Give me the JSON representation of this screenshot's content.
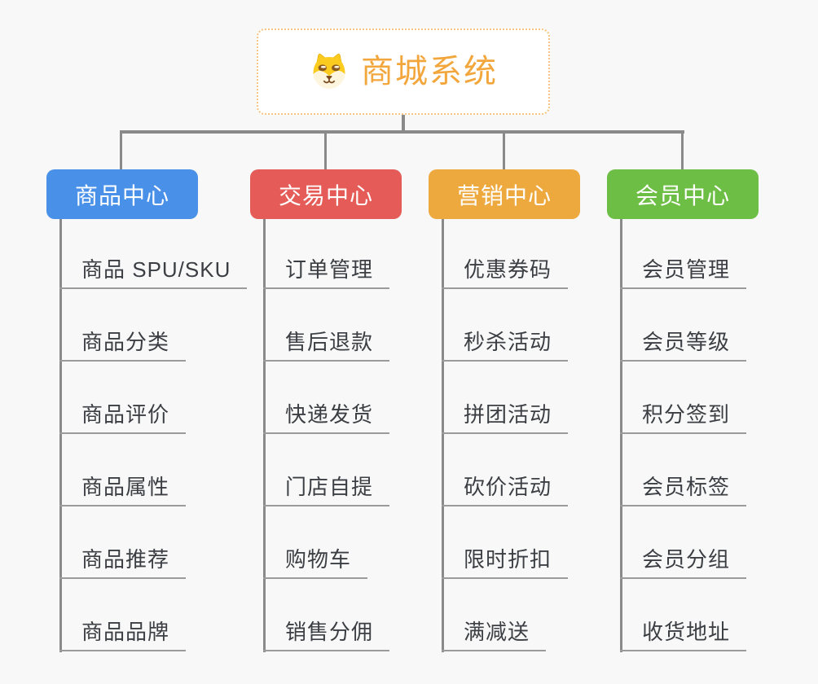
{
  "root": {
    "label": "商城系统",
    "icon": "dog-face-icon"
  },
  "colors": {
    "page_bg": "#f8f8f8",
    "connector": "#8a8a8a",
    "underline": "#9b9b9b",
    "root_text": "#F2A63C",
    "root_border": "#F5C47D",
    "leaf_text": "#3b3e43",
    "branch_text": "#ffffff"
  },
  "branches": [
    {
      "label": "商品中心",
      "color": "#4990E8",
      "children": [
        "商品 SPU/SKU",
        "商品分类",
        "商品评价",
        "商品属性",
        "商品推荐",
        "商品品牌"
      ]
    },
    {
      "label": "交易中心",
      "color": "#E45B57",
      "children": [
        "订单管理",
        "售后退款",
        "快递发货",
        "门店自提",
        "购物车",
        "销售分佣"
      ]
    },
    {
      "label": "营销中心",
      "color": "#EDA83E",
      "children": [
        "优惠券码",
        "秒杀活动",
        "拼团活动",
        "砍价活动",
        "限时折扣",
        "满减送"
      ]
    },
    {
      "label": "会员中心",
      "color": "#6DBE45",
      "children": [
        "会员管理",
        "会员等级",
        "积分签到",
        "会员标签",
        "会员分组",
        "收货地址"
      ]
    }
  ]
}
